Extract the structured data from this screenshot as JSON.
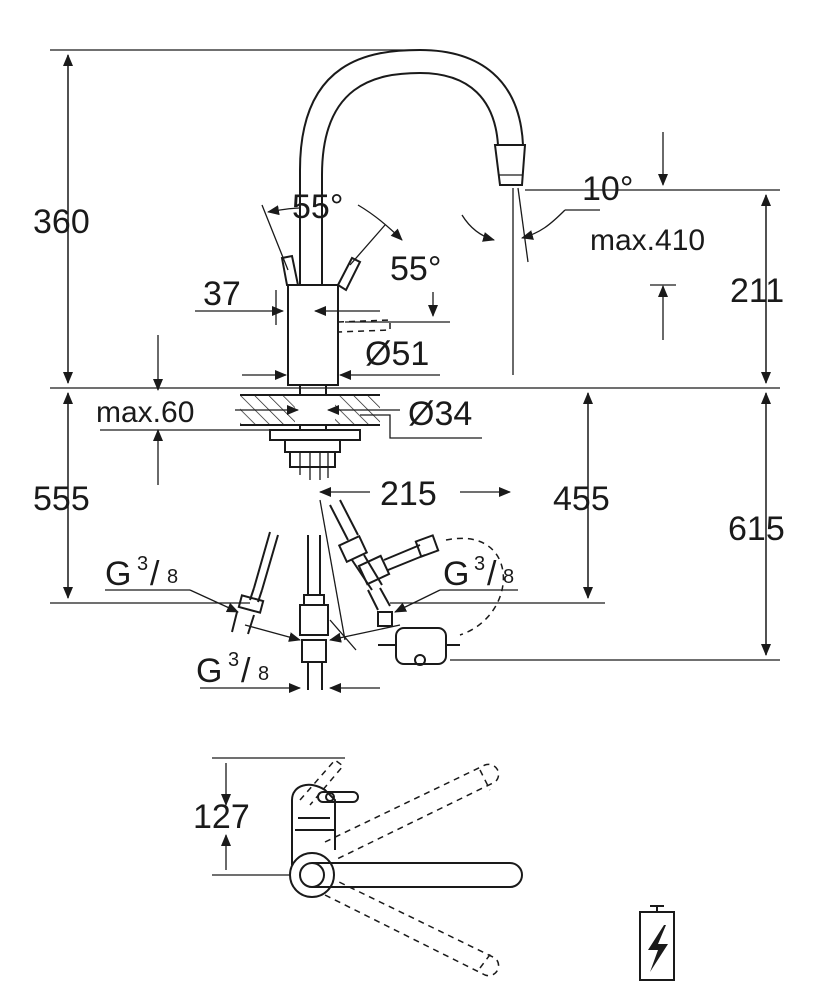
{
  "dimensions": {
    "height_above": "360",
    "angle_left": "55°",
    "angle_right": "55°",
    "spout_tilt": "10°",
    "max_reach": "max.410",
    "spout_height": "211",
    "lever_offset": "37",
    "body_diameter": "Ø51",
    "counter_max": "max.60",
    "hole_diameter": "Ø34",
    "below_depth": "555",
    "reach": "215",
    "hose_depth": "455",
    "total_below": "615",
    "plan_offset": "127"
  },
  "threads": {
    "base": "G",
    "numerator": "3",
    "slash": "/",
    "denominator": "8"
  },
  "symbols": {
    "electrical": "lightning-bolt"
  }
}
